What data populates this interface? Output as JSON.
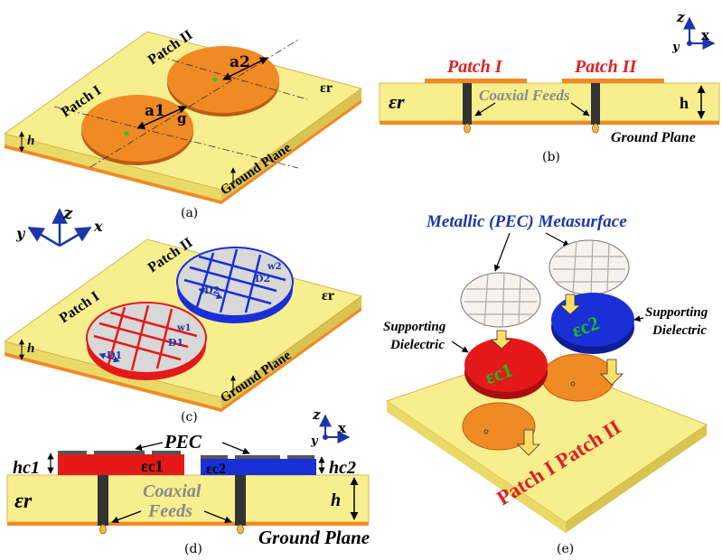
{
  "panel_a": {
    "caption": "(a)",
    "patch_1": "Patch I",
    "patch_2": "Patch II",
    "a1": "a1",
    "a2": "a2",
    "g": "g",
    "h": "h",
    "epsr": "εr",
    "ground": "Ground Plane"
  },
  "panel_b": {
    "caption": "(b)",
    "patch_1": "Patch I",
    "patch_2": "Patch II",
    "feeds": "Coaxial Feeds",
    "epsr": "εr",
    "h": "h",
    "ground": "Ground Plane",
    "axis_z": "z",
    "axis_x": "x",
    "axis_y": "y"
  },
  "panel_c": {
    "caption": "(c)",
    "patch_1": "Patch I",
    "patch_2": "Patch II",
    "epsr": "εr",
    "h": "h",
    "ground": "Ground Plane",
    "axis_z": "z",
    "axis_x": "x",
    "axis_y": "y",
    "d1": "D1",
    "d2": "D2",
    "w1": "w1",
    "w2": "w2"
  },
  "panel_d": {
    "caption": "(d)",
    "pec": "PEC",
    "hc1": "hc1",
    "hc2": "hc2",
    "epsc1": "εc1",
    "epsc2": "εc2",
    "epsr": "εr",
    "h": "h",
    "feeds_1": "Coaxial",
    "feeds_2": "Feeds",
    "ground": "Ground Plane",
    "axis_z": "z",
    "axis_x": "x",
    "axis_y": "y"
  },
  "panel_e": {
    "caption": "(e)",
    "metasurface": "Metallic (PEC) Metasurface",
    "support_left_1": "Supporting",
    "support_left_2": "Dielectric",
    "support_right_1": "Supporting",
    "support_right_2": "Dielectric",
    "epsc1": "εc1",
    "epsc2": "εc2",
    "patches": "Patch I Patch II"
  },
  "colors": {
    "substrate": "#f7ef8e",
    "substrate_side": "#e9d967",
    "copper": "#f08a24",
    "patch_red": "#e51919",
    "patch_blue": "#1a2fd6",
    "grid_grey": "#c9c9c9",
    "label_blue": "#1d35a8",
    "label_red": "#e02020",
    "label_green": "#18c018"
  }
}
